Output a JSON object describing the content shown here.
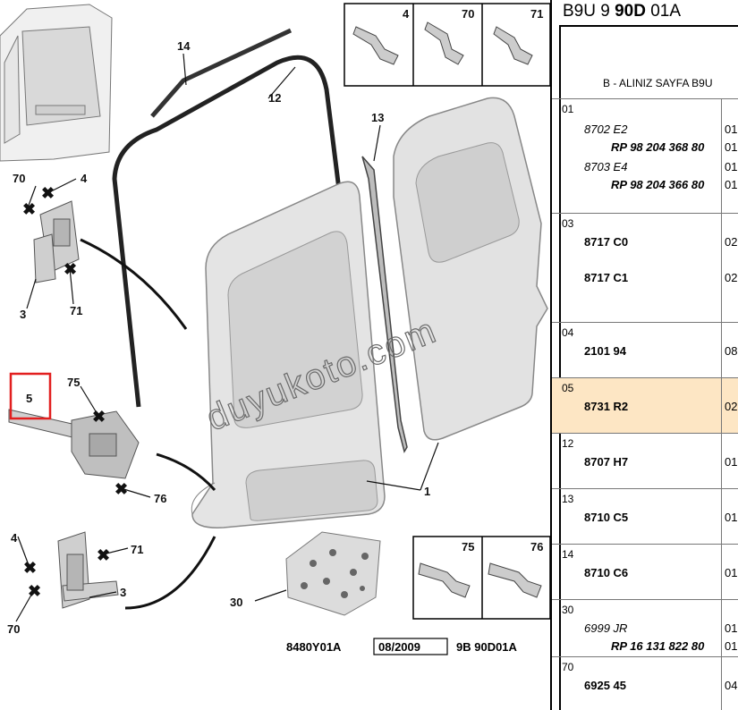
{
  "diagram": {
    "callouts": {
      "c14": "14",
      "c12": "12",
      "c13": "13",
      "c1": "1",
      "c70a": "70",
      "c4a": "4",
      "c3a": "3",
      "c71a": "71",
      "c5": "5",
      "c75": "75",
      "c76": "76",
      "c4b": "4",
      "c71b": "71",
      "c3b": "3",
      "c70b": "70",
      "c30": "30",
      "box1": [
        "4",
        "70",
        "71"
      ],
      "box2": [
        "75",
        "76"
      ]
    },
    "footer": {
      "code1": "8480Y01A",
      "date": "08/2009",
      "code2": "9B 90D01A"
    },
    "watermark": "duyukoto.com",
    "selected_callout_color": "#e21f1f"
  },
  "panel": {
    "ref_prefix": "B9U 9 ",
    "ref_bold": "90D",
    "ref_suffix": " 01A",
    "subheader": "B - ALINIZ SAYFA B9U",
    "highlight_color": "#fde6c4",
    "rows": [
      {
        "num": "01",
        "lines": [
          {
            "code": "8702 E2",
            "qty": "01",
            "style": "it"
          },
          {
            "code": "RP 98 204 368 80",
            "qty": "01",
            "style": "bdi"
          },
          {
            "code": "8703 E4",
            "qty": "01",
            "style": "it"
          },
          {
            "code": "RP 98 204 366 80",
            "qty": "01",
            "style": "bdi"
          }
        ]
      },
      {
        "num": "03",
        "lines": [
          {
            "code": "8717 C0",
            "qty": "02",
            "style": "bd"
          },
          {
            "code": "8717 C1",
            "qty": "02",
            "style": "bd"
          }
        ]
      },
      {
        "num": "04",
        "lines": [
          {
            "code": "2101 94",
            "qty": "08",
            "style": "bd"
          }
        ]
      },
      {
        "num": "05",
        "lines": [
          {
            "code": "8731 R2",
            "qty": "02",
            "style": "bd"
          }
        ]
      },
      {
        "num": "12",
        "lines": [
          {
            "code": "8707 H7",
            "qty": "01",
            "style": "bd"
          }
        ]
      },
      {
        "num": "13",
        "lines": [
          {
            "code": "8710 C5",
            "qty": "01",
            "style": "bd"
          }
        ]
      },
      {
        "num": "14",
        "lines": [
          {
            "code": "8710 C6",
            "qty": "01",
            "style": "bd"
          }
        ]
      },
      {
        "num": "30",
        "lines": [
          {
            "code": "6999 JR",
            "qty": "01",
            "style": "it"
          },
          {
            "code": "RP 16 131 822 80",
            "qty": "01",
            "style": "bdi"
          }
        ]
      },
      {
        "num": "70",
        "lines": [
          {
            "code": "6925 45",
            "qty": "04",
            "style": "bd"
          }
        ]
      }
    ]
  }
}
